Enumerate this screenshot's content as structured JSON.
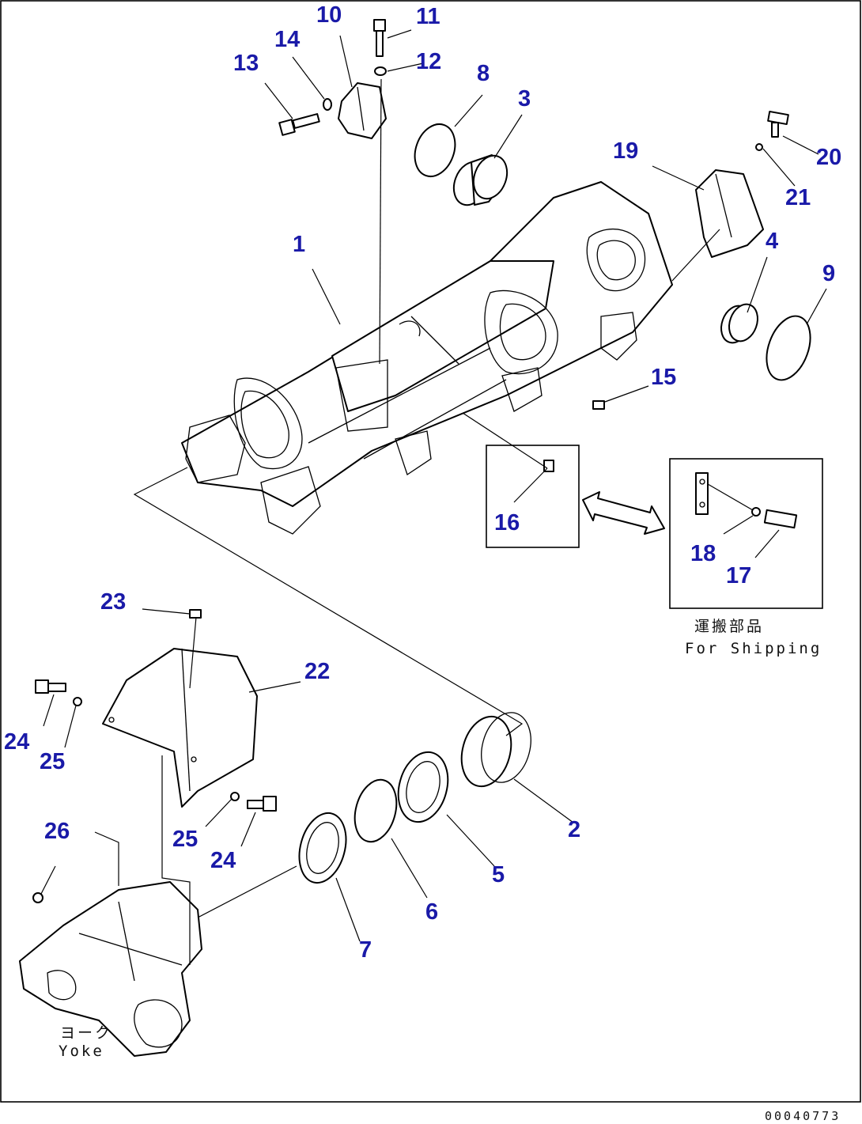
{
  "callouts": [
    {
      "id": "c1",
      "label": "1"
    },
    {
      "id": "c2",
      "label": "2"
    },
    {
      "id": "c3",
      "label": "3"
    },
    {
      "id": "c4",
      "label": "4"
    },
    {
      "id": "c5",
      "label": "5"
    },
    {
      "id": "c6",
      "label": "6"
    },
    {
      "id": "c7",
      "label": "7"
    },
    {
      "id": "c8",
      "label": "8"
    },
    {
      "id": "c9",
      "label": "9"
    },
    {
      "id": "c10",
      "label": "10"
    },
    {
      "id": "c11",
      "label": "11"
    },
    {
      "id": "c12",
      "label": "12"
    },
    {
      "id": "c13",
      "label": "13"
    },
    {
      "id": "c14",
      "label": "14"
    },
    {
      "id": "c15",
      "label": "15"
    },
    {
      "id": "c16",
      "label": "16"
    },
    {
      "id": "c17",
      "label": "17"
    },
    {
      "id": "c18",
      "label": "18"
    },
    {
      "id": "c19",
      "label": "19"
    },
    {
      "id": "c20",
      "label": "20"
    },
    {
      "id": "c21",
      "label": "21"
    },
    {
      "id": "c22",
      "label": "22"
    },
    {
      "id": "c23",
      "label": "23"
    },
    {
      "id": "c24a",
      "label": "24"
    },
    {
      "id": "c25a",
      "label": "25"
    },
    {
      "id": "c25b",
      "label": "25"
    },
    {
      "id": "c24b",
      "label": "24"
    },
    {
      "id": "c26",
      "label": "26"
    }
  ],
  "notes": {
    "shipping_jp": "運搬部品",
    "shipping_en": "For Shipping",
    "yoke_jp": "ヨーク",
    "yoke_en": "Yoke",
    "drawing_no": "00040773"
  },
  "colors": {
    "callout": "#1a1aa8",
    "line": "#000000",
    "background": "#ffffff"
  }
}
